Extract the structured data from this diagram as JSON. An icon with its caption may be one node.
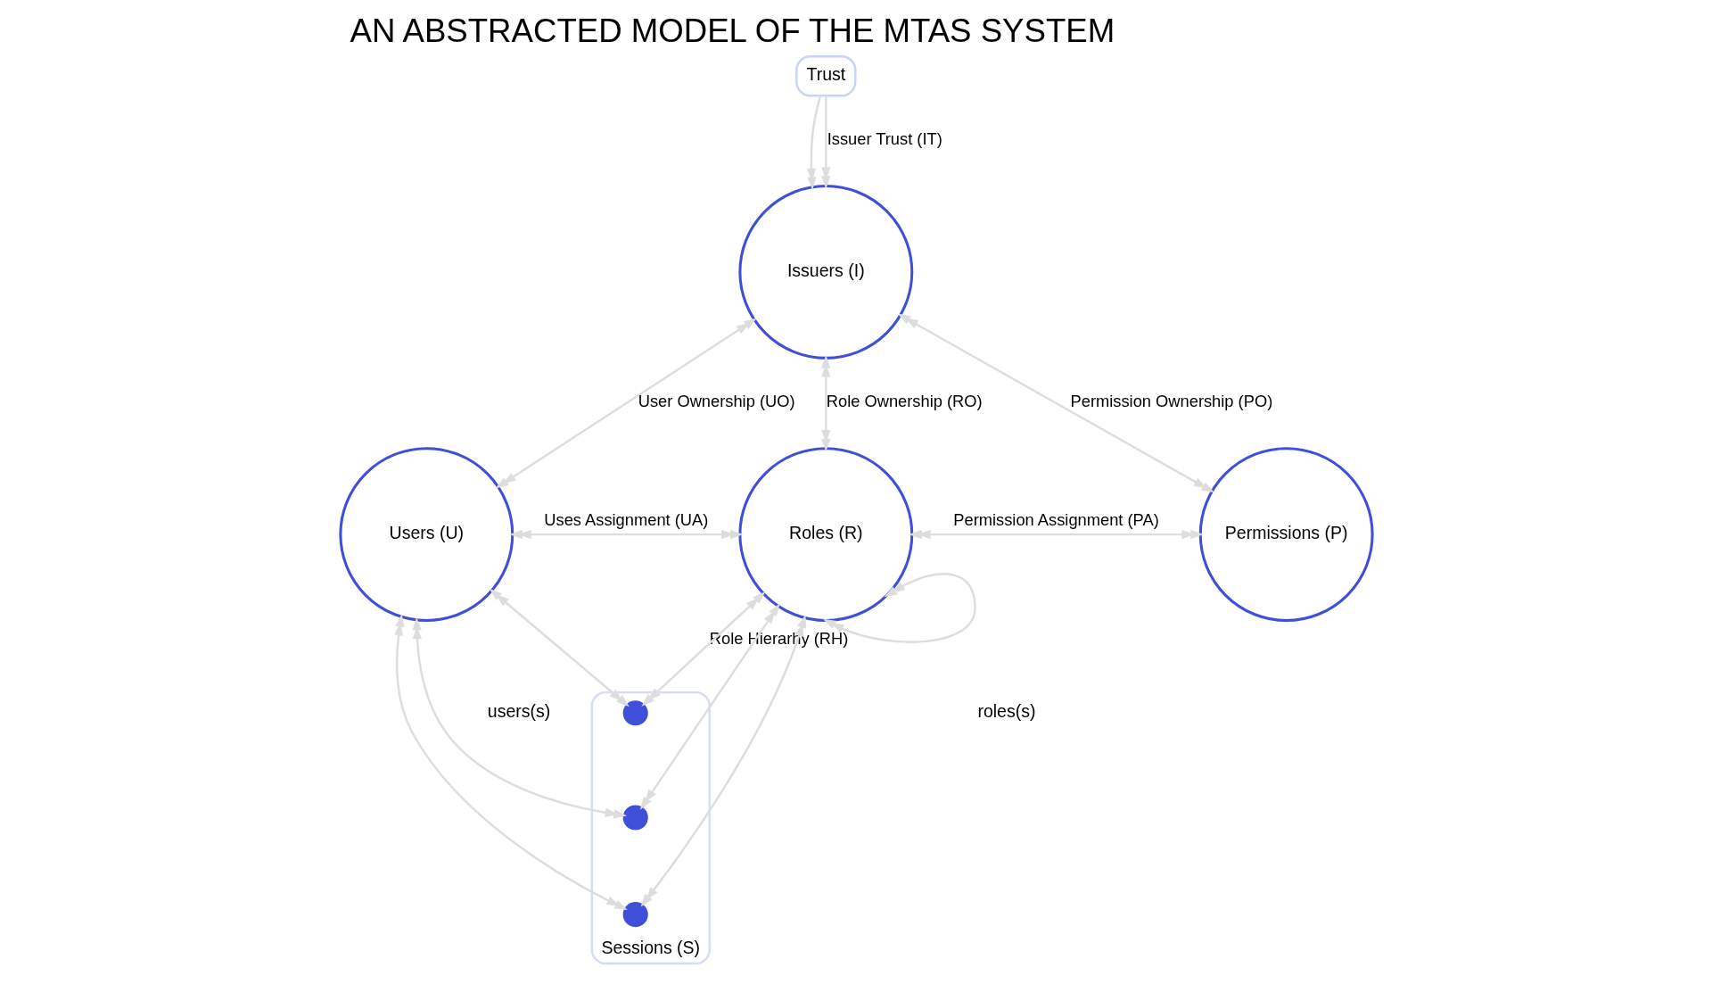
{
  "diagram": {
    "title": "AN ABSTRACTED MODEL OF THE MTAS SYSTEM",
    "nodes": [
      {
        "text": [
          "Trust"
        ]
      },
      {
        "text": [
          "Issuers (I)"
        ]
      },
      {
        "text": [
          "Users (U)"
        ]
      },
      {
        "text": [
          "Roles (R)"
        ]
      },
      {
        "text": [
          "Permissions (P)"
        ]
      },
      {
        "text": [
          "Sessions (S)"
        ]
      },
      {
        "text": [],
        "shape": "circle",
        "in": 5
      },
      {
        "text": [],
        "shape": "circle",
        "in": 5
      },
      {
        "text": [],
        "shape": "circle",
        "in": 5
      }
    ],
    "edges": [
      {
        "from": 0,
        "to": 1,
        "arrow": "to"
      },
      {
        "from": 0,
        "to": 1,
        "arrow": "to",
        "label": "Issuer Trust (IT)"
      },
      {
        "from": 1,
        "to": 2,
        "arrow": "both",
        "label": "User Ownership (UO)"
      },
      {
        "from": 1,
        "to": 3,
        "arrow": "both",
        "label": "Role Ownership (RO)"
      },
      {
        "from": 1,
        "to": 4,
        "arrow": "both",
        "label": "Permission Ownership (PO)"
      },
      {
        "from": 2,
        "to": 3,
        "arrow": "both",
        "label": "Uses Assignment (UA)"
      },
      {
        "from": 3,
        "to": 4,
        "arrow": "both",
        "label": "Permission Assignment (PA)"
      },
      {
        "from": 3,
        "to": 3,
        "arrow": "both",
        "label": "Role Hierarhy (RH)"
      },
      {
        "from": 2,
        "to": 6,
        "arrow": "both"
      },
      {
        "from": 2,
        "to": 7,
        "arrow": "both"
      },
      {
        "from": 2,
        "to": 8,
        "arrow": "both"
      },
      {
        "from": 3,
        "to": 6,
        "arrow": "both"
      },
      {
        "from": 3,
        "to": 7,
        "arrow": "both"
      },
      {
        "from": 3,
        "to": 8,
        "arrow": "both"
      }
    ],
    "labels": [
      "users(s)",
      "roles(s)"
    ]
  }
}
